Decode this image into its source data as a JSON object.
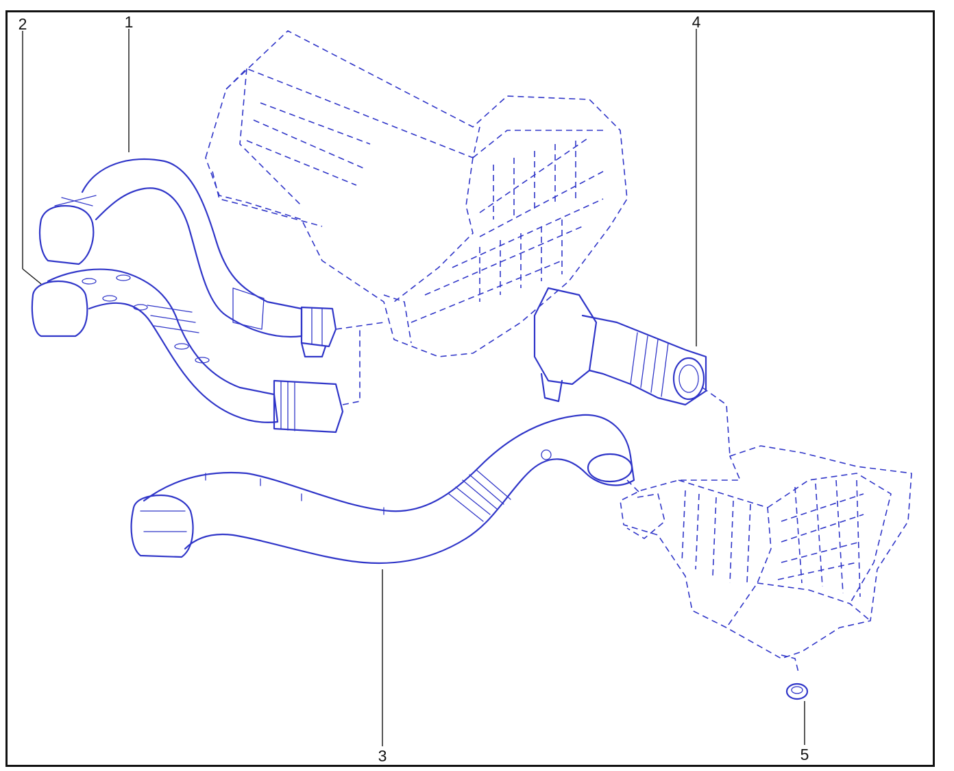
{
  "diagram": {
    "callouts": [
      {
        "id": "1",
        "label": "1"
      },
      {
        "id": "2",
        "label": "2"
      },
      {
        "id": "3",
        "label": "3"
      },
      {
        "id": "4",
        "label": "4"
      },
      {
        "id": "5",
        "label": "5"
      }
    ]
  },
  "colors": {
    "line": "#2f35c8",
    "frame": "#111111",
    "background": "#ffffff"
  }
}
